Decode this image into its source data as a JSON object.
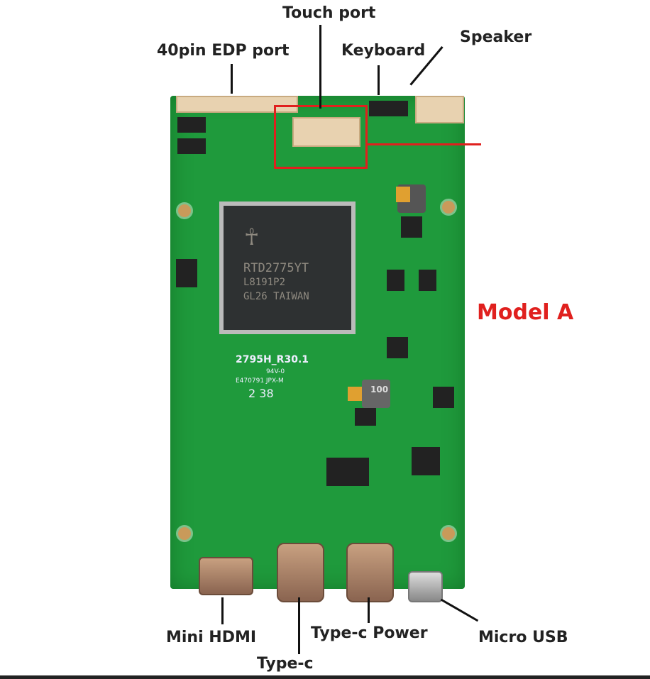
{
  "labels": {
    "touch_port": "Touch port",
    "edp_port": "40pin EDP port",
    "keyboard": "Keyboard",
    "speaker": "Speaker",
    "model": "Model A",
    "mini_hdmi": "Mini HDMI",
    "type_c": "Type-c",
    "type_c_power": "Type-c Power",
    "micro_usb": "Micro USB"
  },
  "chip": {
    "line1": "RTD2775YT",
    "line2": "L8191P2",
    "line3": "GL26 TAIWAN"
  },
  "silkscreen": {
    "board_id": "2795H_R30.1",
    "rating": "94V-0",
    "cert": "E470791 JPX-M",
    "date": "2 38",
    "inductor": "100"
  },
  "colors": {
    "board": "#1f9a3c",
    "highlight": "#e0201e",
    "model_text": "#e0201e"
  }
}
